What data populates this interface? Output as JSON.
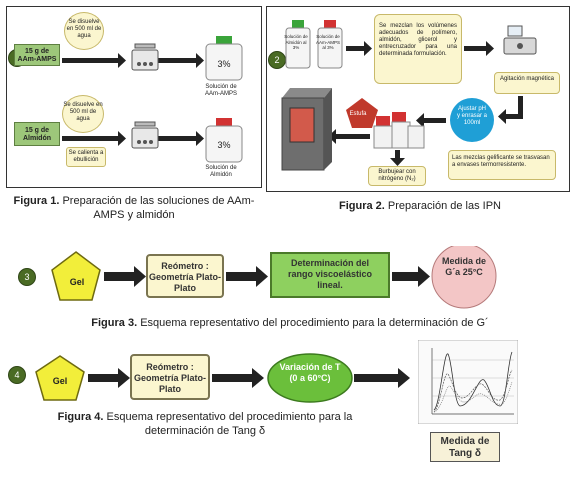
{
  "fig1": {
    "number": "1",
    "block1_label": "15 g de AAm-AMPS",
    "block2_label": "15 g de Almidón",
    "bubble1_text": "Se disuelve en 500 ml de agua",
    "bubble2_text": "Se disuelve en 500 ml de agua",
    "heat_note": "Se calienta a ebullición",
    "bottle1_pct": "3%",
    "bottle2_pct": "3%",
    "sol1_label": "Solución de AAm-AMPS",
    "sol2_label": "Solución de Almidón",
    "caption_bold": "Figura 1.",
    "caption_text": "Preparación de las soluciones de AAm-AMPS y almidón"
  },
  "fig2": {
    "number": "2",
    "bottle_a_label": "Solución de Almidón al 3%",
    "bottle_b_label": "Solución de AAm-AMPS al 3%",
    "mix_note": "Se mezclan los volúmenes adecuados de polímero, almidón, glicerol y entrecruzador para una determinada formulación.",
    "stir_label": "Agitación magnética",
    "ph_note": "Ajustar pH y enrasar a 100ml",
    "pour_note": "Las mezclas gelificante se trasvasan a envases termorresistente.",
    "n2_label": "Burbujear con nitrógeno (N₂)",
    "oven_label": "Estufa",
    "caption_bold": "Figura 2.",
    "caption_text": "Preparación de las IPN"
  },
  "fig3": {
    "number": "3",
    "gel": "Gel",
    "rheometer": "Reómetro : Geometría Plato-Plato",
    "range": "Determinación del rango viscoelástico lineal.",
    "measure": "Medida de G´a 25°C",
    "caption_bold": "Figura 3.",
    "caption_text": "Esquema representativo del procedimiento para la determinación de G´"
  },
  "fig4": {
    "number": "4",
    "gel": "Gel",
    "rheometer": "Reómetro : Geometría Plato-Plato",
    "variation": "Variación de T (0 a 60°C)",
    "measure": "Medida de Tang δ",
    "caption_bold": "Figura 4.",
    "caption_text": "Esquema representativo del procedimiento para la determinación de Tang δ"
  },
  "colors": {
    "green_block": "#9dc77a",
    "cream": "#fbf6cf",
    "pentagon_yellow": "#f2ee3a",
    "ellipse_green": "#6bbf3b",
    "circle_pink": "#f3c6c6",
    "rect_green": "#8ed05f",
    "marker_green": "#4a6b24",
    "arrow_dark": "#222222",
    "oven": "#d25a4b",
    "blue_circle": "#1f9fd6"
  }
}
